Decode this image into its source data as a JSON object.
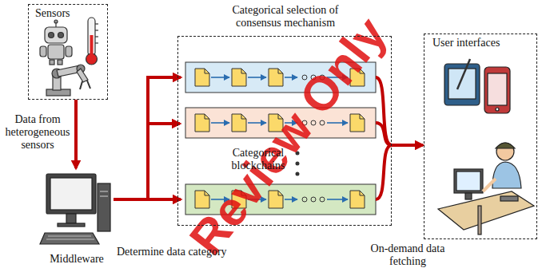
{
  "diagram": {
    "nodes": [
      {
        "text": [
          "Sensors"
        ]
      },
      {
        "text": [
          "Middleware"
        ]
      },
      {
        "text": [
          "Categorical selection of consensus mechanism"
        ]
      },
      {
        "text": [
          "User interfaces"
        ]
      }
    ],
    "edges": [
      {
        "from": 0,
        "to": 1,
        "label": "Data from heterogeneous sensors",
        "arrow": "to"
      },
      {
        "from": 1,
        "to": 2,
        "label": "Determine data category",
        "arrow": "to"
      },
      {
        "from": 2,
        "to": 3,
        "label": "On-demand data fetching",
        "arrow": "to"
      }
    ],
    "labels": [
      "Categorical blockchains",
      "Review Only"
    ]
  }
}
